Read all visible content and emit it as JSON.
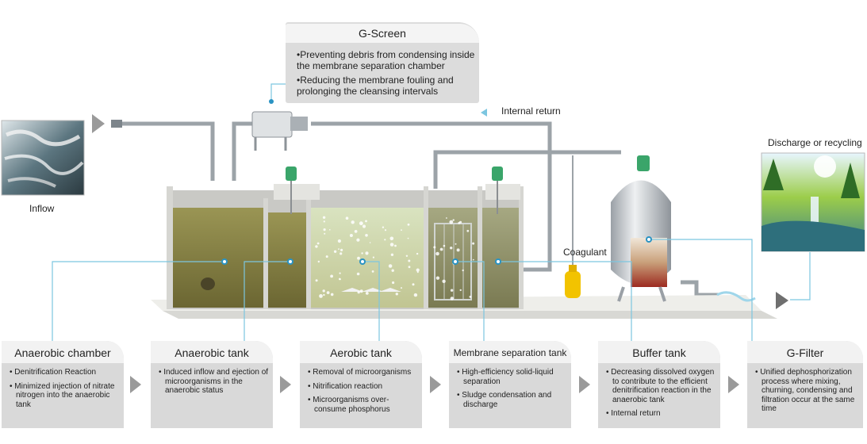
{
  "inflow_label": "Inflow",
  "discharge_label": "Discharge or recycling",
  "internal_return_label": "Internal return",
  "coagulant_label": "Coagulant",
  "gscreen": {
    "title": "G-Screen",
    "bullets": [
      "Preventing debris from condensing inside the membrane separation chamber",
      "Reducing the membrane fouling and prolonging the cleansing intervals"
    ]
  },
  "stages": [
    {
      "title": "Anaerobic chamber",
      "bullets": [
        "Denitrification Reaction",
        "Minimized injection of nitrate nitrogen into the anaerobic tank"
      ]
    },
    {
      "title": "Anaerobic tank",
      "bullets": [
        "Induced inflow and ejection of microorganisms in the anaerobic status"
      ]
    },
    {
      "title": "Aerobic tank",
      "bullets": [
        "Removal of microorganisms",
        "Nitrification reaction",
        "Microorganisms over-consume phosphorus"
      ]
    },
    {
      "title": "Membrane separation tank",
      "bullets": [
        "High-efficiency solid-liquid separation",
        "Sludge condensation and discharge"
      ]
    },
    {
      "title": "Buffer tank",
      "bullets": [
        "Decreasing dissolved oxygen to contribute to the efficient denitrification reaction in the anaerobic tank",
        "Internal return"
      ]
    },
    {
      "title": "G-Filter",
      "bullets": [
        "Unified dephosphorization process where mixing, churning, condensing and filtration occur at the same time"
      ]
    }
  ],
  "colors": {
    "callout_line": "#7cc6e0",
    "card_body": "#d9d9d9",
    "card_header": "#f2f2f2",
    "anaerobic_water": "#7d7a45",
    "aerobic_water": "#cfd6a6",
    "membrane_water": "#8a8a64",
    "buffer_fill": "#b23a2a",
    "coagulant": "#f2c300",
    "motor": "#3aa56a"
  }
}
